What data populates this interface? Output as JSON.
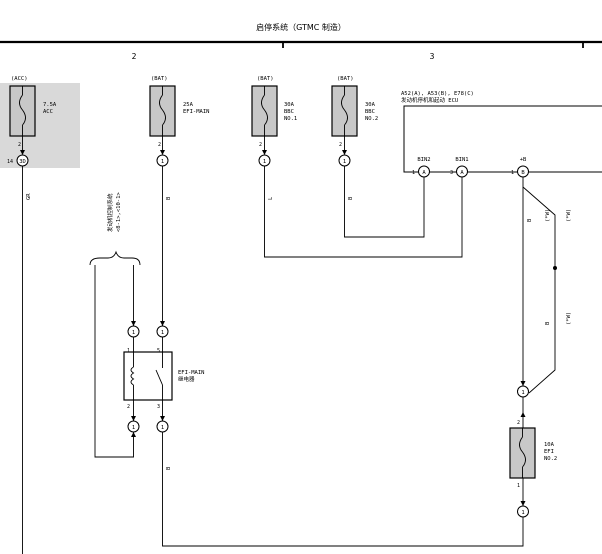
{
  "title": "启停系统（GTMC 制造）",
  "sections": [
    "2",
    "3"
  ],
  "fuses": [
    {
      "source": "(ACC)",
      "rating": "7.5A",
      "name": "ACC",
      "pin_top": "2",
      "pin_conn": "14",
      "conn": "3D",
      "wire_color": "GR"
    },
    {
      "source": "(BAT)",
      "rating": "25A",
      "name": "EFI-MAIN",
      "pin_top": "2",
      "conn": "1",
      "wire_color": "B"
    },
    {
      "source": "(BAT)",
      "rating": "30A",
      "name": "BBC",
      "name2": "NO.1",
      "pin_top": "2",
      "conn": "1",
      "wire_color": "L"
    },
    {
      "source": "(BAT)",
      "rating": "30A",
      "name": "BBC",
      "name2": "NO.2",
      "pin_top": "2",
      "conn": "1",
      "wire_color": "B"
    }
  ],
  "ecu": {
    "title_line1": "A52(A), A53(B), E78(C)",
    "title_line2": "发动机停机和起动 ECU",
    "pins": [
      {
        "name": "BIN2",
        "num": "1",
        "conn": "A"
      },
      {
        "name": "BIN1",
        "num": "3",
        "conn": "A"
      },
      {
        "name": "+B",
        "num": "1",
        "conn": "B"
      }
    ]
  },
  "engine_control": {
    "line1": "发动机控制系统",
    "line2": "<8-1>,<10-1>"
  },
  "relay": {
    "name": "EFI-MAIN",
    "name2": "继电器",
    "pins": [
      "1",
      "5",
      "2",
      "3"
    ],
    "conn": "1"
  },
  "fuse_efi2": {
    "rating": "10A",
    "name": "EFI",
    "name2": "NO.2",
    "pin_top": "2",
    "pin_bottom": "1",
    "conn": "1"
  },
  "wires": {
    "b_relay": "B",
    "b_ecu": "B",
    "b_mid": "B",
    "note_w": "(*W)",
    "note_w2": "(*W)",
    "note_w3": "(*W)"
  }
}
